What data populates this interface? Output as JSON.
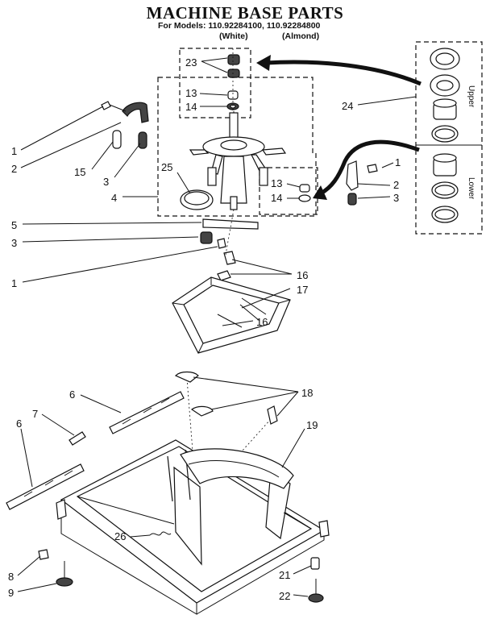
{
  "header": {
    "title": "MACHINE BASE PARTS",
    "models": "For Models: 110.92284100, 110.92284800",
    "variant_white": "(White)",
    "variant_almond": "(Almond)"
  },
  "inset": {
    "upper_label": "Upper",
    "lower_label": "Lower"
  },
  "callouts": {
    "c1a": "1",
    "c2a": "2",
    "c15": "15",
    "c3a": "3",
    "c4": "4",
    "c25": "25",
    "c23": "23",
    "c13a": "13",
    "c14a": "14",
    "c24": "24",
    "c1b": "1",
    "c2b": "2",
    "c3b": "3",
    "c13b": "13",
    "c14b": "14",
    "c5": "5",
    "c3c": "3",
    "c1c": "1",
    "c16a": "16",
    "c17": "17",
    "c16b": "16",
    "c6a": "6",
    "c7": "7",
    "c6b": "6",
    "c18": "18",
    "c19": "19",
    "c26": "26",
    "c8": "8",
    "c9": "9",
    "c21": "21",
    "c22": "22"
  }
}
